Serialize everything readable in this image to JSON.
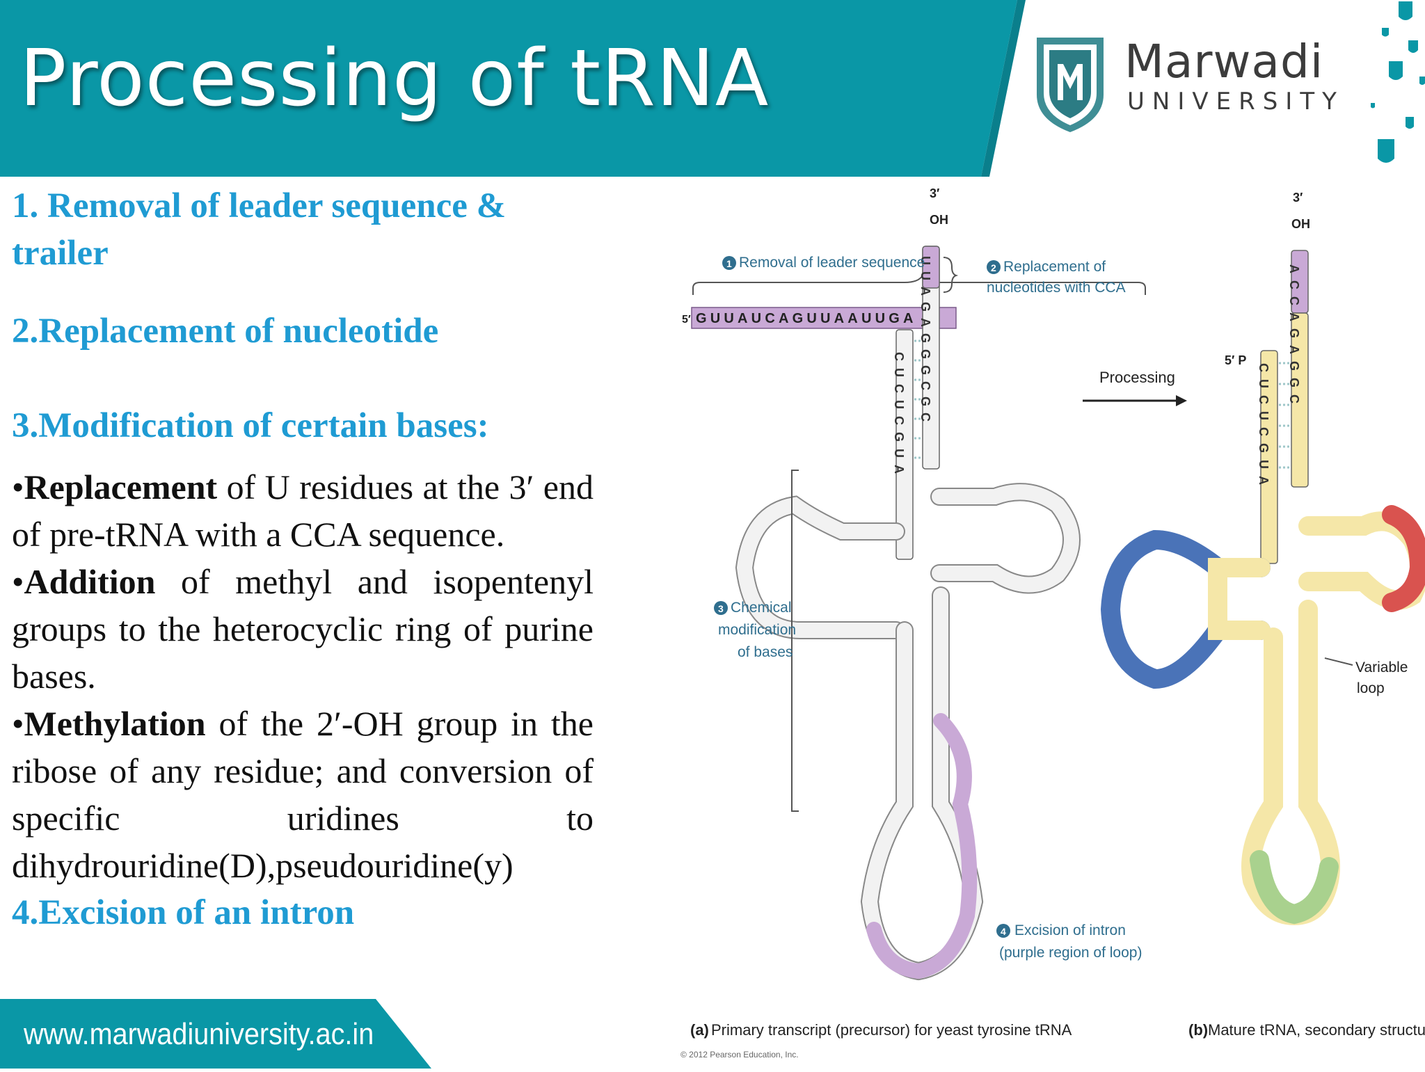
{
  "header": {
    "title": "Processing of tRNA",
    "brand_name": "Marwadi",
    "brand_sub": "UNIVERSITY",
    "colors": {
      "teal": "#0a97a6",
      "heading_blue": "#1f9bd3"
    }
  },
  "content": {
    "step1": "1.  Removal of leader sequence & trailer",
    "step2": "2.Replacement of nucleotide",
    "step3": "3.Modification of certain bases:",
    "b1_bold": "Replacement",
    "b1_text": " of U residues at the 3′ end of pre-tRNA with a CCA sequence.",
    "b2_bold": "Addition",
    "b2_text": " of methyl and isopentenyl groups to the heterocyclic ring of purine bases.",
    "b3_bold": "Methylation",
    "b3_text": " of the 2′-OH group in the ribose of any residue; and conversion of specific uridines to dihydrouridine(D),pseudouridine(y)",
    "step4": "4.Excision of an intron"
  },
  "footer": {
    "url": "www.marwadiuniversity.ac.in"
  },
  "figure": {
    "label1": "Removal of leader sequence",
    "label2a": "Replacement of",
    "label2b": "nucleotides with CCA",
    "label3a": "Chemical",
    "label3b": "modification",
    "label3c": "of bases",
    "label4a": "Excision of intron",
    "label4b": "(purple region of loop)",
    "processing": "Processing",
    "variable_loop_a": "Variable",
    "variable_loop_b": "loop",
    "end3": "3′",
    "oh": "OH",
    "end5": "5′",
    "five_p": "5′ P",
    "num1": "1",
    "num2": "2",
    "num3": "3",
    "num4": "4",
    "leader_seq": "GUUAUCAGUUAAUUGA",
    "precursor_5_stem": "CUCUCGUA",
    "precursor_3_stem": "UUAGAGGGCGC",
    "mature_3_stem": "ACCAGAGGC",
    "mature_5_stem": "CUCUCGUA",
    "caption_a_prefix": "(a)",
    "caption_a": " Primary transcript (precursor) for yeast tyrosine tRNA",
    "caption_b_prefix": "(b)",
    "caption_b": " Mature tRNA, secondary structure",
    "copyright": "© 2012 Pearson Education, Inc."
  }
}
